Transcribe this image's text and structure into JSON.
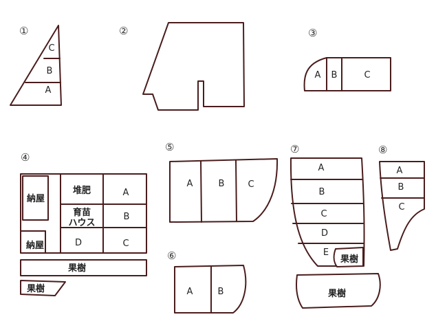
{
  "figures": [
    {
      "id": "fig1",
      "number": "①",
      "labels": [
        "C",
        "B",
        "A"
      ]
    },
    {
      "id": "fig2",
      "number": "②",
      "labels": []
    },
    {
      "id": "fig3",
      "number": "③",
      "labels": [
        "A",
        "B",
        "C"
      ]
    },
    {
      "id": "fig4",
      "number": "④",
      "labels": [
        "納屋",
        "堆肥",
        "A",
        "育苗",
        "ハウス",
        "B",
        "納屋",
        "D",
        "C",
        "果樹",
        "果樹"
      ]
    },
    {
      "id": "fig5",
      "number": "⑤",
      "labels": [
        "A",
        "B",
        "C"
      ]
    },
    {
      "id": "fig6",
      "number": "⑥",
      "labels": [
        "A",
        "B"
      ]
    },
    {
      "id": "fig7",
      "number": "⑦",
      "labels": [
        "A",
        "B",
        "C",
        "D",
        "E",
        "果樹",
        "果樹"
      ]
    },
    {
      "id": "fig8",
      "number": "⑧",
      "labels": [
        "A",
        "B",
        "C"
      ]
    }
  ]
}
